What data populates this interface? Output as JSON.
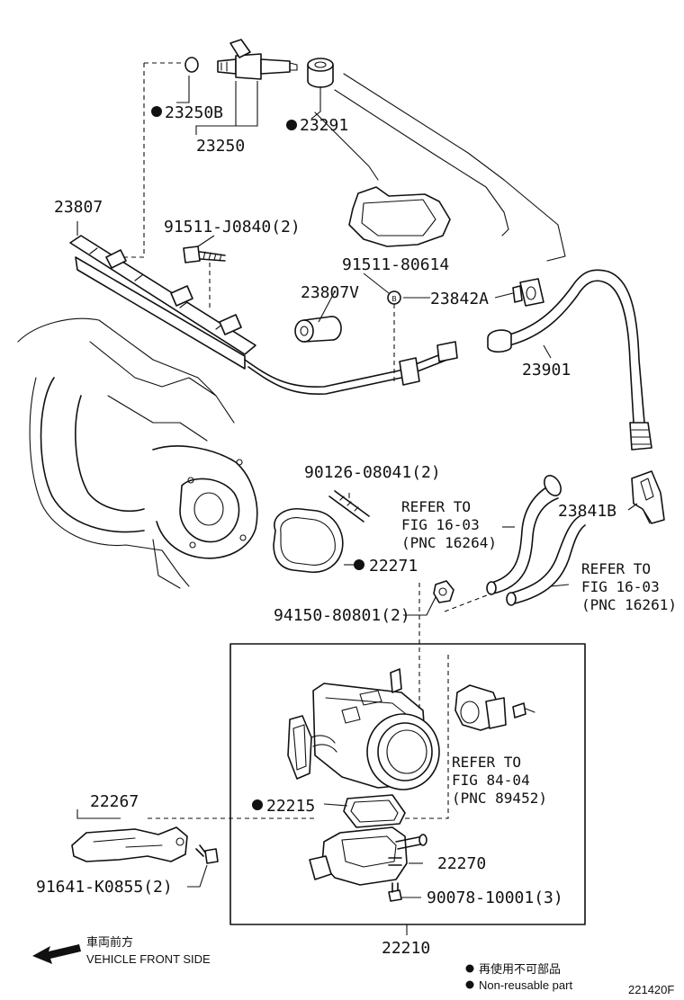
{
  "callouts": {
    "c23250B": "23250B",
    "c23250": "23250",
    "c23291": "23291",
    "c23807": "23807",
    "c91511J0840": "91511-J0840(2)",
    "c9151180614": "91511-80614",
    "c23807V": "23807V",
    "c23842A": "23842A",
    "c23901": "23901",
    "c9012608041": "90126-08041(2)",
    "c22271": "22271",
    "c9415080801": "94150-80801(2)",
    "c23841B": "23841B",
    "c22267": "22267",
    "c22215": "22215",
    "c22270": "22270",
    "c9007810001": "90078-10001(3)",
    "c91641K0855": "91641-K0855(2)",
    "c22210": "22210"
  },
  "references": {
    "ref1": [
      "REFER TO",
      "FIG 16-03",
      "(PNC 16264)"
    ],
    "ref2": [
      "REFER TO",
      "FIG 16-03",
      "(PNC 16261)"
    ],
    "ref3": [
      "REFER TO",
      "FIG 84-04",
      "(PNC 89452)"
    ]
  },
  "direction": {
    "jp": "車両前方",
    "en": "VEHICLE FRONT SIDE"
  },
  "legend": {
    "jp": "再使用不可部品",
    "en": "Non-reusable part"
  },
  "figure_id": "221420F",
  "colors": {
    "ink": "#111111",
    "paper": "#ffffff"
  }
}
